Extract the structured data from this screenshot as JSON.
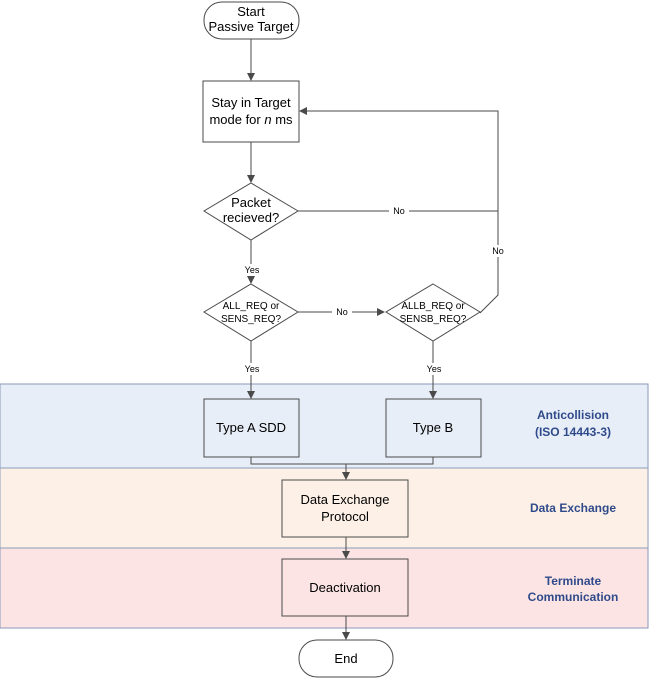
{
  "colors": {
    "band_anticollision": "#e8eef8",
    "band_data_exchange": "#fdf1e7",
    "band_terminate": "#fce4e4",
    "band_border": "#8a9ab8",
    "node_fill_anticollision": "#e8eef8",
    "node_fill_data_exchange": "#fdf1e7",
    "node_fill_terminate": "#fce4e4",
    "band_label": "#2f4a8a"
  },
  "nodes": {
    "start": {
      "line1": "Start",
      "line2": "Passive Target"
    },
    "stay": {
      "line1": "Stay in Target",
      "line2_prefix": "mode for ",
      "line2_var": "n",
      "line2_suffix": " ms"
    },
    "packet": {
      "line1": "Packet",
      "line2": "recieved?"
    },
    "allreq": {
      "line1": "ALL_REQ or",
      "line2": "SENS_REQ?"
    },
    "allbreq": {
      "line1": "ALLB_REQ or",
      "line2": "SENSB_REQ?"
    },
    "type_a": {
      "label": "Type A SDD"
    },
    "type_b": {
      "label": "Type B"
    },
    "data_exchange_protocol": {
      "line1": "Data Exchange",
      "line2": "Protocol"
    },
    "deactivation": {
      "label": "Deactivation"
    },
    "end": {
      "label": "End"
    }
  },
  "edges": {
    "packet_no": "No",
    "packet_yes": "Yes",
    "allreq_no": "No",
    "allreq_yes": "Yes",
    "allbreq_no": "No",
    "allbreq_yes": "Yes"
  },
  "bands": {
    "anticollision": {
      "line1": "Anticollision",
      "line2": "(ISO 14443-3)"
    },
    "data_exchange": {
      "label": "Data Exchange"
    },
    "terminate": {
      "line1": "Terminate",
      "line2": "Communication"
    }
  }
}
